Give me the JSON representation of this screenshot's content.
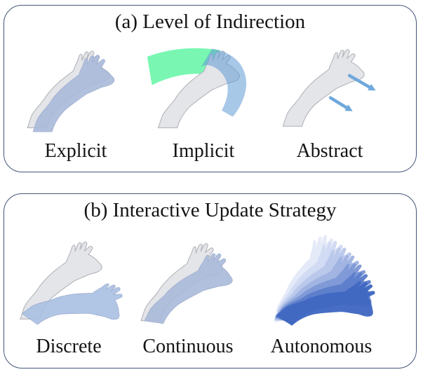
{
  "panels": [
    {
      "title": "(a) Level of Indirection",
      "items": [
        {
          "label": "Explicit"
        },
        {
          "label": "Implicit"
        },
        {
          "label": "Abstract"
        }
      ]
    },
    {
      "title": "(b) Interactive Update Strategy",
      "items": [
        {
          "label": "Discrete"
        },
        {
          "label": "Continuous"
        },
        {
          "label": "Autonomous"
        }
      ]
    }
  ],
  "colors": {
    "panel_border": "#44547a",
    "arm_gray": "#e4e5e8",
    "arm_blue": "#a9b9d9",
    "arm_blue_discrete": "#a9bfe2",
    "green_band": "#72f7ae",
    "blue_band": "#619bd5",
    "arrow_blue": "#6fa8dc",
    "autonomous_shades": [
      "#e3e9f7",
      "#d0daf2",
      "#b9c8ea",
      "#9fb3e1",
      "#7f99d6",
      "#5d7ecb",
      "#3f68c2"
    ]
  }
}
